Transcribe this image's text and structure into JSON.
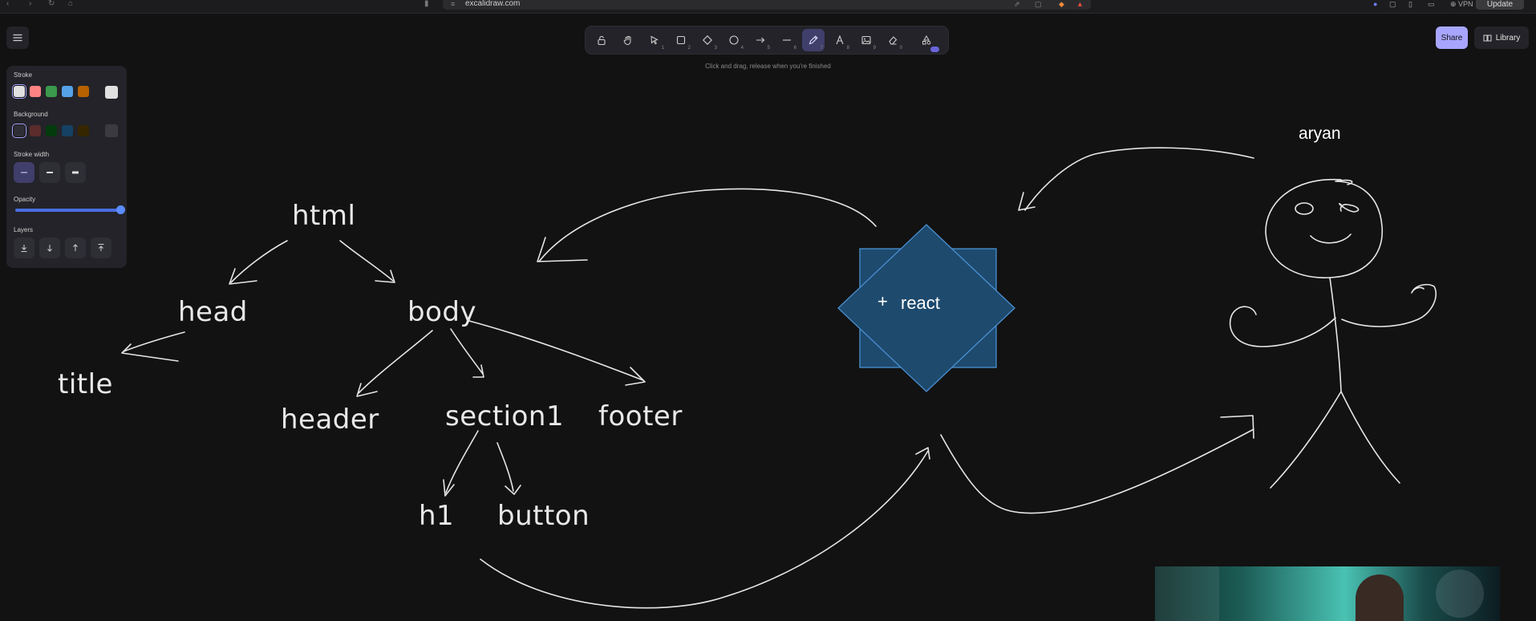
{
  "browser": {
    "url": "excalidraw.com",
    "vpn_label": "VPN",
    "update_label": "Update"
  },
  "toolbar": {
    "tools": [
      {
        "name": "lock",
        "key": ""
      },
      {
        "name": "hand",
        "key": ""
      },
      {
        "name": "selection",
        "key": "1"
      },
      {
        "name": "rectangle",
        "key": "2"
      },
      {
        "name": "diamond",
        "key": "3"
      },
      {
        "name": "ellipse",
        "key": "4"
      },
      {
        "name": "arrow",
        "key": "5"
      },
      {
        "name": "line",
        "key": "6"
      },
      {
        "name": "draw",
        "key": "7"
      },
      {
        "name": "text",
        "key": "8"
      },
      {
        "name": "image",
        "key": "9"
      },
      {
        "name": "eraser",
        "key": "0"
      },
      {
        "name": "extra-tools",
        "key": ""
      }
    ],
    "active": "draw",
    "hint": "Click and drag, release when you're finished"
  },
  "top_right": {
    "share_label": "Share",
    "library_label": "Library"
  },
  "panel": {
    "stroke_label": "Stroke",
    "stroke_colors": [
      "#e0e0e0",
      "#ff8383",
      "#3a994c",
      "#56a2e8",
      "#b76100",
      "#e0e0e0"
    ],
    "background_label": "Background",
    "background_colors": [
      "#2e2e35",
      "#5b2c2c",
      "#043b0c",
      "#154163",
      "#362600",
      "#3a3a40"
    ],
    "stroke_width_label": "Stroke width",
    "opacity_label": "Opacity",
    "opacity_value": 100,
    "layers_label": "Layers"
  },
  "canvas": {
    "tree": {
      "html": "html",
      "head": "head",
      "body": "body",
      "title": "title",
      "header": "header",
      "section": "section1",
      "footer": "footer",
      "h1": "h1",
      "button": "button"
    },
    "react_label": "react",
    "react_fill": "#1e4a6e",
    "react_stroke": "#4a90d0",
    "person_label": "aryan"
  }
}
